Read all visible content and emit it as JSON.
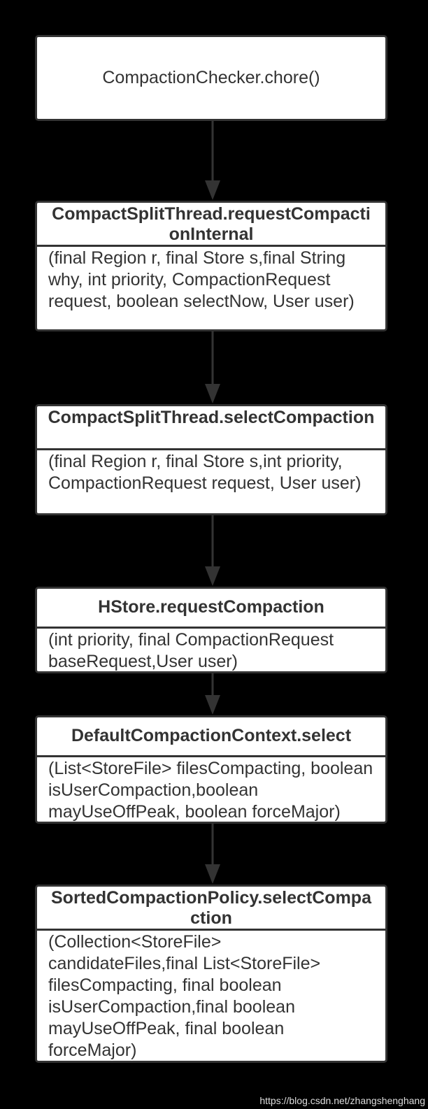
{
  "nodes": [
    {
      "id": "chore",
      "title": "CompactionChecker.chore()"
    },
    {
      "id": "request-compaction-internal",
      "title": "CompactSplitThread.requestCompactionInternal",
      "params": "(final Region r, final Store s,final String why, int priority, CompactionRequest request, boolean selectNow, User user)"
    },
    {
      "id": "select-compaction",
      "title": "CompactSplitThread.selectCompaction",
      "params": "(final Region r, final Store s,int priority, CompactionRequest request, User user)"
    },
    {
      "id": "hstore-request-compaction",
      "title": "HStore.requestCompaction",
      "params": "(int priority, final CompactionRequest baseRequest,User user)"
    },
    {
      "id": "context-select",
      "title": "DefaultCompactionContext.select",
      "params": "(List<StoreFile> filesCompacting, boolean isUserCompaction,boolean mayUseOffPeak, boolean forceMajor)"
    },
    {
      "id": "sorted-select-compaction",
      "title": "SortedCompactionPolicy.selectCompaction",
      "params": "(Collection<StoreFile> candidateFiles,final List<StoreFile> filesCompacting, final boolean isUserCompaction,final boolean mayUseOffPeak, final boolean forceMajor)"
    }
  ],
  "edges": [
    {
      "from": "chore",
      "to": "request-compaction-internal"
    },
    {
      "from": "request-compaction-internal",
      "to": "select-compaction"
    },
    {
      "from": "select-compaction",
      "to": "hstore-request-compaction"
    },
    {
      "from": "hstore-request-compaction",
      "to": "context-select"
    },
    {
      "from": "context-select",
      "to": "sorted-select-compaction"
    }
  ],
  "watermark": "https://blog.csdn.net/zhangshenghang",
  "colors": {
    "background": "#000000",
    "box_fill": "#ffffff",
    "box_stroke": "#333333",
    "text": "#333333",
    "arrow": "#333333"
  }
}
